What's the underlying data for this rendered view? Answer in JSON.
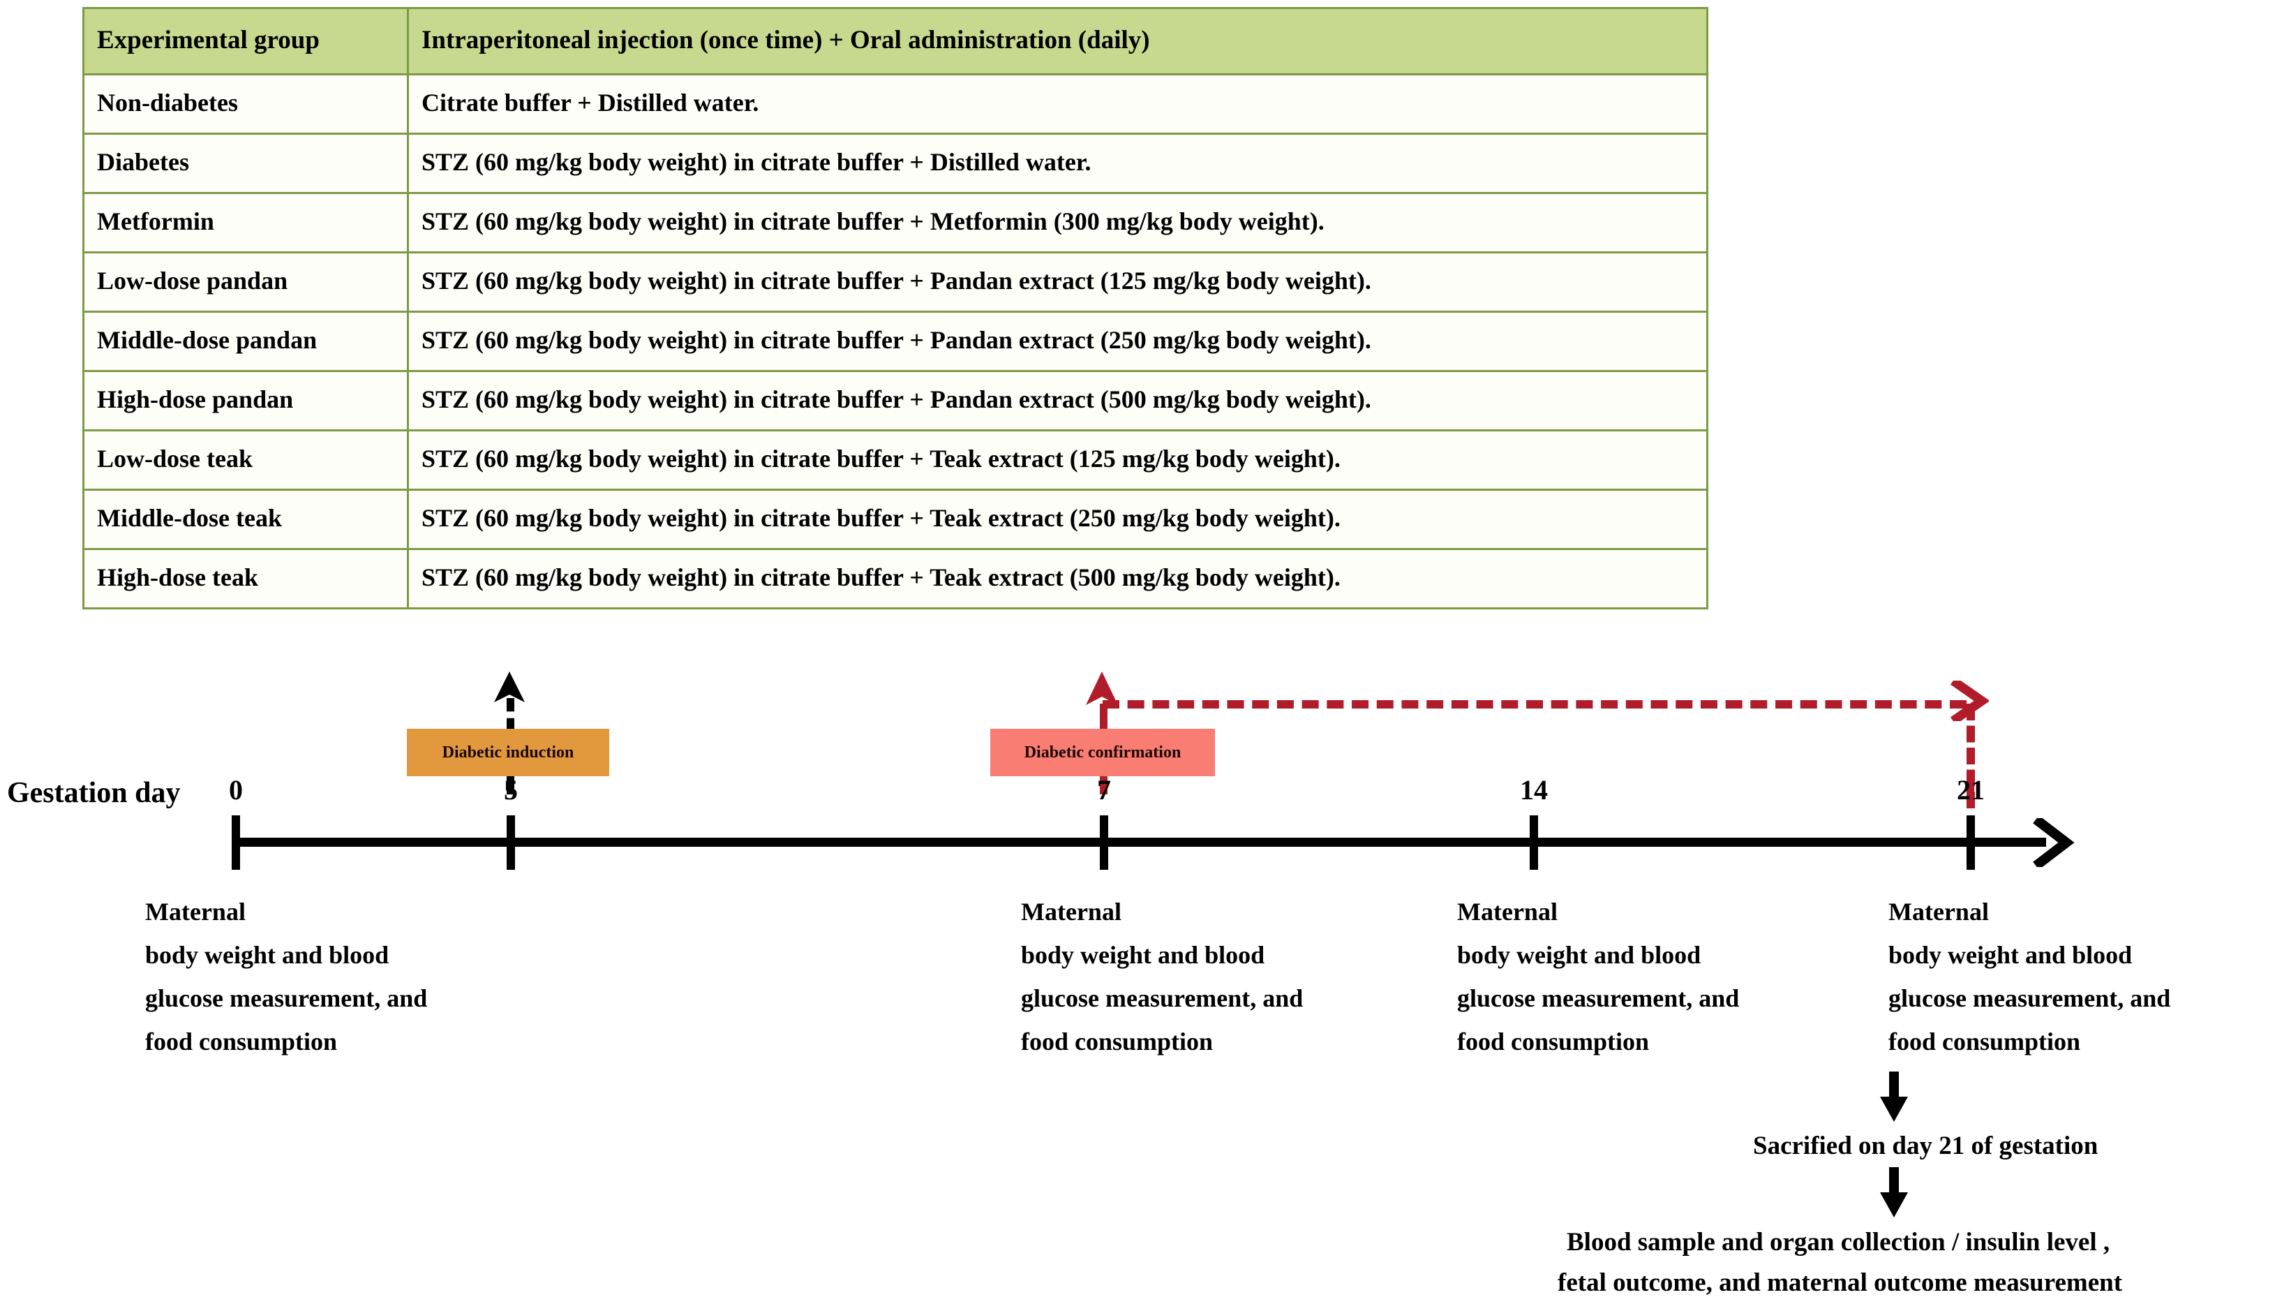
{
  "table": {
    "headers": [
      "Experimental group",
      "Intraperitoneal injection (once time) + Oral administration (daily)"
    ],
    "header_bg": "#c6d98e",
    "border_color": "#7d9a45",
    "rows": [
      {
        "group": "Non-diabetes",
        "treatment": "Citrate buffer + Distilled water."
      },
      {
        "group": "Diabetes",
        "treatment": "STZ (60 mg/kg body weight) in citrate buffer + Distilled water."
      },
      {
        "group": "Metformin",
        "treatment": "STZ (60 mg/kg body weight) in citrate buffer + Metformin (300 mg/kg body weight)."
      },
      {
        "group": "Low-dose pandan",
        "treatment": "STZ (60 mg/kg body weight) in citrate buffer + Pandan extract (125 mg/kg body weight)."
      },
      {
        "group": "Middle-dose pandan",
        "treatment": "STZ (60 mg/kg body weight) in citrate buffer + Pandan extract (250 mg/kg body weight)."
      },
      {
        "group": "High-dose pandan",
        "treatment": "STZ (60 mg/kg body weight) in citrate buffer + Pandan extract (500 mg/kg body weight)."
      },
      {
        "group": "Low-dose teak",
        "treatment": "STZ (60 mg/kg body weight) in citrate buffer + Teak extract (125 mg/kg body weight)."
      },
      {
        "group": "Middle-dose teak",
        "treatment": "STZ (60 mg/kg body weight) in citrate buffer + Teak extract (250 mg/kg body weight)."
      },
      {
        "group": "High-dose teak",
        "treatment": "STZ (60 mg/kg body weight) in citrate buffer + Teak extract (500 mg/kg body weight)."
      }
    ]
  },
  "timeline": {
    "axis_label": "Gestation day",
    "ticks": [
      {
        "day": "0"
      },
      {
        "day": "5"
      },
      {
        "day": "7"
      },
      {
        "day": "14"
      },
      {
        "day": "21"
      }
    ],
    "events": [
      {
        "label": "Diabetic induction",
        "color": "#e2993d",
        "day": "5"
      },
      {
        "label": "Diabetic confirmation",
        "color": "#f97d72",
        "day": "7"
      }
    ],
    "measurements": [
      {
        "day": "0",
        "line1": "Maternal",
        "line2": "body weight and blood",
        "line3": "glucose measurement, and",
        "line4": "food consumption"
      },
      {
        "day": "7",
        "line1": "Maternal",
        "line2": "body weight and blood",
        "line3": "glucose measurement, and",
        "line4": "food consumption"
      },
      {
        "day": "14",
        "line1": "Maternal",
        "line2": "body weight and blood",
        "line3": "glucose measurement, and",
        "line4": "food consumption"
      },
      {
        "day": "21",
        "line1": "Maternal",
        "line2": "body weight and blood",
        "line3": "glucose measurement, and",
        "line4": "food consumption"
      }
    ]
  },
  "outcome_flow": {
    "step1": "Sacrified on day 21 of gestation",
    "step2_line1": "Blood sample and organ collection / insulin level ,",
    "step2_line2": "fetal outcome, and maternal outcome measurement"
  },
  "colors": {
    "dashed_red": "#b11c2b",
    "axis_black": "#000000"
  }
}
